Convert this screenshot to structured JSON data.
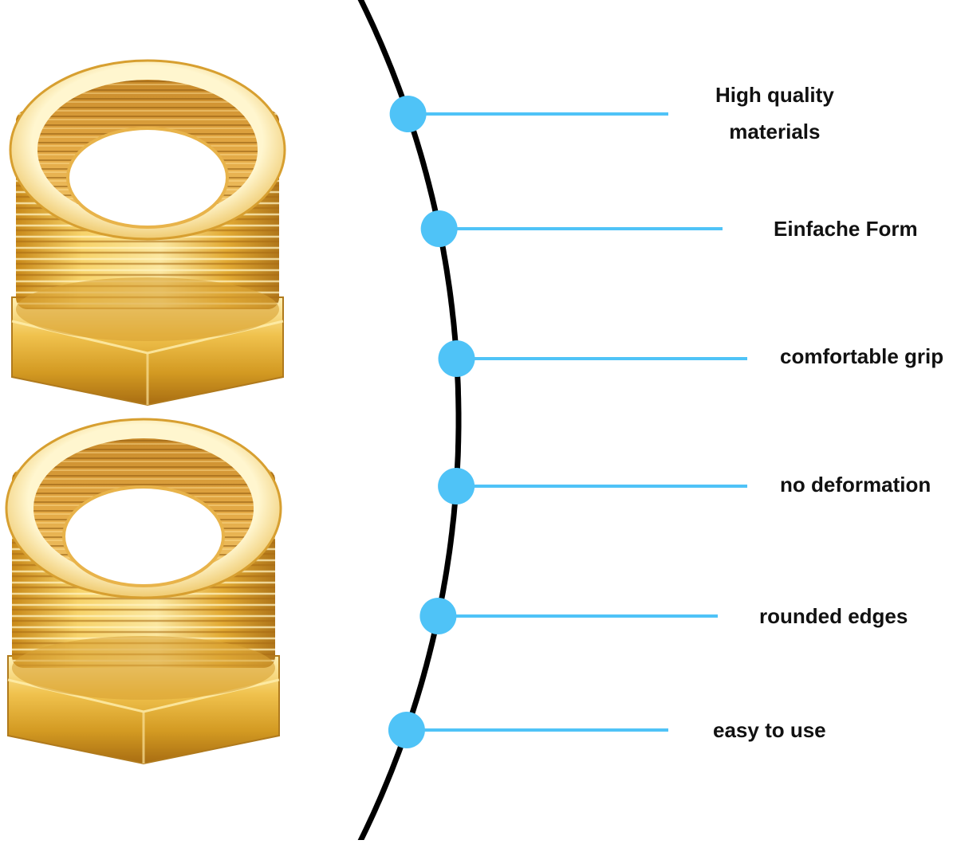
{
  "colors": {
    "background": "#ffffff",
    "arc": "#000000",
    "connector": "#4fc3f7",
    "brass_light": "#fbe49a",
    "brass_mid": "#e0a92c",
    "brass_dark": "#9a6510",
    "text": "#111111"
  },
  "products": [
    {
      "name": "brass-bushing-fitting-icon"
    },
    {
      "name": "brass-bushing-fitting-icon"
    }
  ],
  "features": [
    {
      "label": "High quality\nmaterials"
    },
    {
      "label": "Einfache Form"
    },
    {
      "label": "comfortable grip"
    },
    {
      "label": "no deformation"
    },
    {
      "label": "rounded edges"
    },
    {
      "label": "easy to use"
    }
  ]
}
